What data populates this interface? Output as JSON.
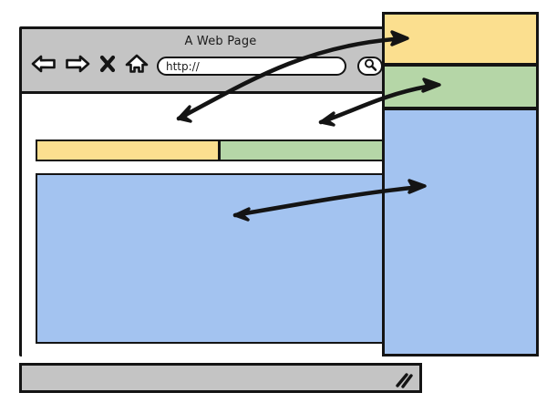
{
  "window": {
    "title": "A Web Page",
    "title_icon": "none"
  },
  "toolbar": {
    "nav_items": [
      {
        "name": "back-icon",
        "label": "Back"
      },
      {
        "name": "forward-icon",
        "label": "Forward"
      },
      {
        "name": "stop-icon",
        "label": "Stop"
      },
      {
        "name": "home-icon",
        "label": "Home"
      }
    ],
    "url_value": "http://",
    "url_placeholder": "http://",
    "search_icon": "magnifying-glass-icon"
  },
  "page": {
    "blocks": [
      {
        "id": "header-yellow",
        "color": "#fbdf8f",
        "label": ""
      },
      {
        "id": "header-green",
        "color": "#b5d6a7",
        "label": ""
      },
      {
        "id": "body-blue",
        "color": "#a3c3f0",
        "label": ""
      }
    ]
  },
  "side_panel": {
    "blocks": [
      {
        "id": "panel-yellow",
        "color": "#fbdf8f",
        "label": ""
      },
      {
        "id": "panel-green",
        "color": "#b5d6a7",
        "label": ""
      },
      {
        "id": "panel-blue",
        "color": "#a3c3f0",
        "label": ""
      }
    ]
  },
  "status_bar": {
    "text": "",
    "grip_icon": "resize-grip-icon"
  },
  "annotations": {
    "arrows": [
      {
        "id": "arrow-yellow",
        "from": "page-block-header-yellow",
        "to": "panel-block-yellow",
        "double_headed": true
      },
      {
        "id": "arrow-green",
        "from": "page-block-header-green",
        "to": "panel-block-green",
        "double_headed": true
      },
      {
        "id": "arrow-blue",
        "from": "page-block-body-blue",
        "to": "panel-block-blue",
        "double_headed": true
      }
    ]
  },
  "colors": {
    "ink": "#141414",
    "chrome_gray": "#c4c4c4",
    "yellow": "#fbdf8f",
    "green": "#b5d6a7",
    "blue": "#a3c3f0",
    "paper": "#ffffff"
  }
}
